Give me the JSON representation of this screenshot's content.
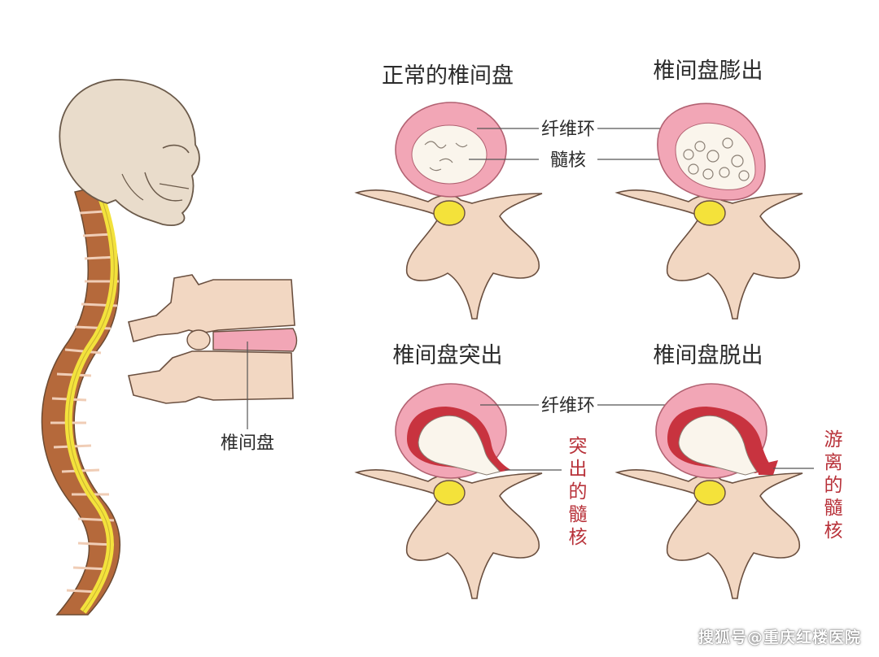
{
  "panels": {
    "normal": {
      "title": "正常的椎间盘",
      "annulus_label": "纤维环",
      "nucleus_label": "髓核"
    },
    "bulge": {
      "title": "椎间盘膨出"
    },
    "protrusion": {
      "title": "椎间盘突出",
      "annulus_label": "纤维环",
      "side_label": [
        "突",
        "出",
        "的",
        "髓",
        "核"
      ]
    },
    "extrusion": {
      "title": "椎间盘脱出",
      "side_label": [
        "游",
        "离",
        "的",
        "髓",
        "核"
      ]
    }
  },
  "spine": {
    "disc_label": "椎间盘"
  },
  "watermark": "搜狐号@重庆红楼医院",
  "colors": {
    "bone": "#f2d7c2",
    "skull": "#e9dccb",
    "annulus": "#f2a6b6",
    "cord": "#f3e23c",
    "nucleus": "#faf5ec",
    "herniation": "#c8333f",
    "vertebra_brown": "#b56a3c",
    "label_red": "#b8323a"
  }
}
